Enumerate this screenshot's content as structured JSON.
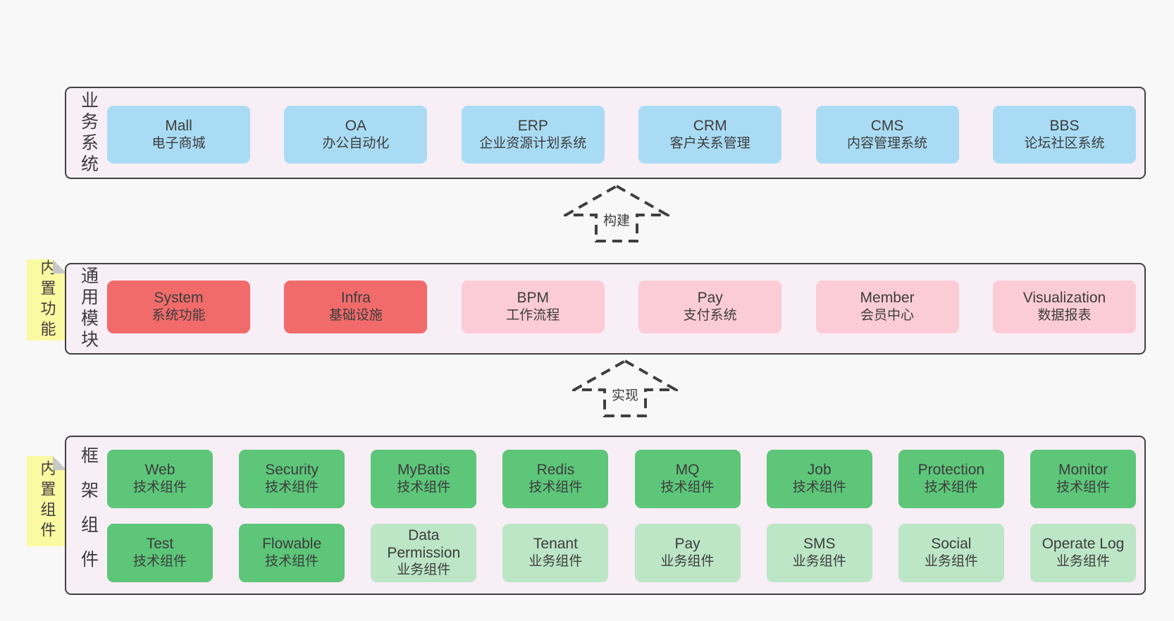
{
  "colors": {
    "page_bg": "#f8f8f8",
    "panel_bg": "#f8eef6",
    "panel_border": "#414141",
    "box_blue": "#a9dcf4",
    "box_red": "#f16b6b",
    "box_pink": "#fbccd5",
    "box_green": "#5dc679",
    "box_green_light": "#bce6c6",
    "sticky_yellow": "#fafaa2",
    "sticky_fold_gray": "#c8c8c8",
    "text": "#3c3c3c"
  },
  "arrows": [
    {
      "label": "构建"
    },
    {
      "label": "实现"
    }
  ],
  "sections": [
    {
      "side_label": "业务系统",
      "rows": [
        [
          {
            "name": "Mall",
            "desc": "电子商城"
          },
          {
            "name": "OA",
            "desc": "办公自动化"
          },
          {
            "name": "ERP",
            "desc": "企业资源计划系统"
          },
          {
            "name": "CRM",
            "desc": "客户关系管理"
          },
          {
            "name": "CMS",
            "desc": "内容管理系统"
          },
          {
            "name": "BBS",
            "desc": "论坛社区系统"
          }
        ]
      ]
    },
    {
      "side_label": "通用模块",
      "sticky": "内置功能",
      "rows": [
        [
          {
            "name": "System",
            "desc": "系统功能"
          },
          {
            "name": "Infra",
            "desc": "基础设施"
          },
          {
            "name": "BPM",
            "desc": "工作流程"
          },
          {
            "name": "Pay",
            "desc": "支付系统"
          },
          {
            "name": "Member",
            "desc": "会员中心"
          },
          {
            "name": "Visualization",
            "desc": "数据报表"
          }
        ]
      ]
    },
    {
      "side_label": "框架组件",
      "sticky": "内置组件",
      "rows": [
        [
          {
            "name": "Web",
            "desc": "技术组件"
          },
          {
            "name": "Security",
            "desc": "技术组件"
          },
          {
            "name": "MyBatis",
            "desc": "技术组件"
          },
          {
            "name": "Redis",
            "desc": "技术组件"
          },
          {
            "name": "MQ",
            "desc": "技术组件"
          },
          {
            "name": "Job",
            "desc": "技术组件"
          },
          {
            "name": "Protection",
            "desc": "技术组件"
          },
          {
            "name": "Monitor",
            "desc": "技术组件"
          }
        ],
        [
          {
            "name": "Test",
            "desc": "技术组件"
          },
          {
            "name": "Flowable",
            "desc": "技术组件"
          },
          {
            "name": "Data Permission",
            "desc": "业务组件"
          },
          {
            "name": "Tenant",
            "desc": "业务组件"
          },
          {
            "name": "Pay",
            "desc": "业务组件"
          },
          {
            "name": "SMS",
            "desc": "业务组件"
          },
          {
            "name": "Social",
            "desc": "业务组件"
          },
          {
            "name": "Operate Log",
            "desc": "业务组件"
          }
        ]
      ]
    }
  ]
}
